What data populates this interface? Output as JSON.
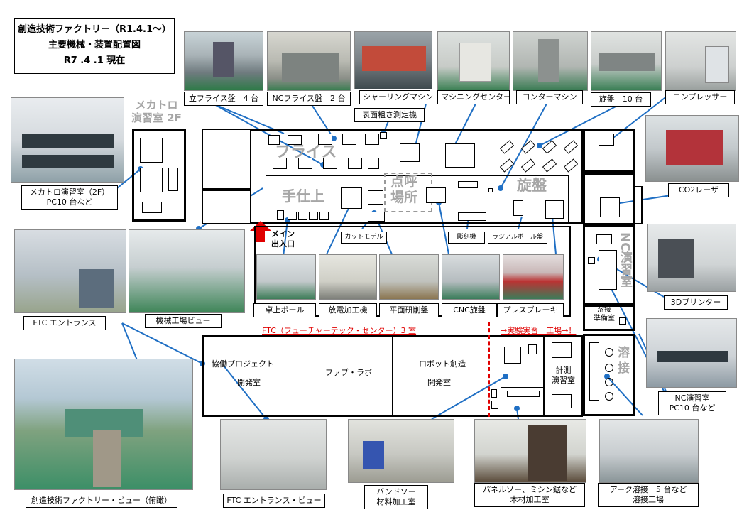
{
  "title": {
    "line1": "創造技術ファクトリー（R1.4.1〜）",
    "line2": "主要機械・装置配置図",
    "line3": "R7 .4 .1 現在"
  },
  "photo_labels": {
    "vertical_mill": "立フライス盤　4 台",
    "nc_mill": "NCフライス盤　2 台",
    "shearing": "シャーリングマシン",
    "machining_center": "マシニングセンター",
    "contour": "コンターマシン",
    "lathe": "旋盤　10 台",
    "compressor": "コンプレッサー",
    "surface_rough": "表面粗さ測定機",
    "mechatro_room": "メカトロ演習室（2F）",
    "mechatro_room_2": "PC10 台など",
    "co2_laser": "CO2レーザ",
    "printer_3d": "3Dプリンター",
    "desk_ball": "卓上ボール",
    "edm": "放電加工機",
    "surface_grinder": "平面研削盤",
    "cnc_lathe": "CNC旋盤",
    "press_brake": "プレスブレーキ",
    "cut_model": "カットモデル",
    "engraver": "彫刻機",
    "radial": "ラジアルボール盤",
    "ftc_entrance": "FTC エントランス",
    "factory_view": "機械工場ビュー",
    "nc_room": "NC演習室",
    "nc_room_2": "PC10 台など",
    "bird_view": "創造技術ファクトリー・ビュー（俯瞰）",
    "ftc_entrance_view": "FTC エントランス・ビュー",
    "bandsaw": "バンドソー",
    "bandsaw_2": "材料加工室",
    "panel_saw": "パネルソー、ミシン鋸など",
    "panel_saw_2": "木材加工室",
    "arc_weld": "アーク溶接　5 台など",
    "arc_weld_2": "溶接工場"
  },
  "rooms": {
    "mechatro_2f": "メカトロ\n演習室 2F",
    "milling": "フライス",
    "handwork": "手仕上",
    "roll_call": "点呼\n場所",
    "lathe_area": "旋盤",
    "nc_room": "NC演習室",
    "weld_prep": "溶接\n準備室",
    "welding": "溶\n接",
    "main_entrance": "メイン\n出入口",
    "ftc_header": "FTC（フューチャーテック・センター）3 室",
    "experiment": "→実験実習　工場→！",
    "collab": "協働プロジェクト",
    "collab_2": "開発室",
    "fab_lab": "ファブ・ラボ",
    "robot": "ロボット創造",
    "robot_2": "開発室",
    "measure": "計測\n演習室"
  },
  "colors": {
    "line": "#1f6fc4",
    "gray_text": "#a6a6a6",
    "accent_red": "#e00000"
  },
  "photos": [
    {
      "id": "vertical_mill",
      "desc": "milling-machine-photo"
    },
    {
      "id": "nc_mill",
      "desc": "nc-mill-photo"
    },
    {
      "id": "shearing",
      "desc": "shearing-photo"
    },
    {
      "id": "machining_center",
      "desc": "machining-center-photo"
    },
    {
      "id": "contour",
      "desc": "contour-photo"
    },
    {
      "id": "lathe",
      "desc": "lathe-photo"
    },
    {
      "id": "compressor",
      "desc": "compressor-photo"
    }
  ]
}
